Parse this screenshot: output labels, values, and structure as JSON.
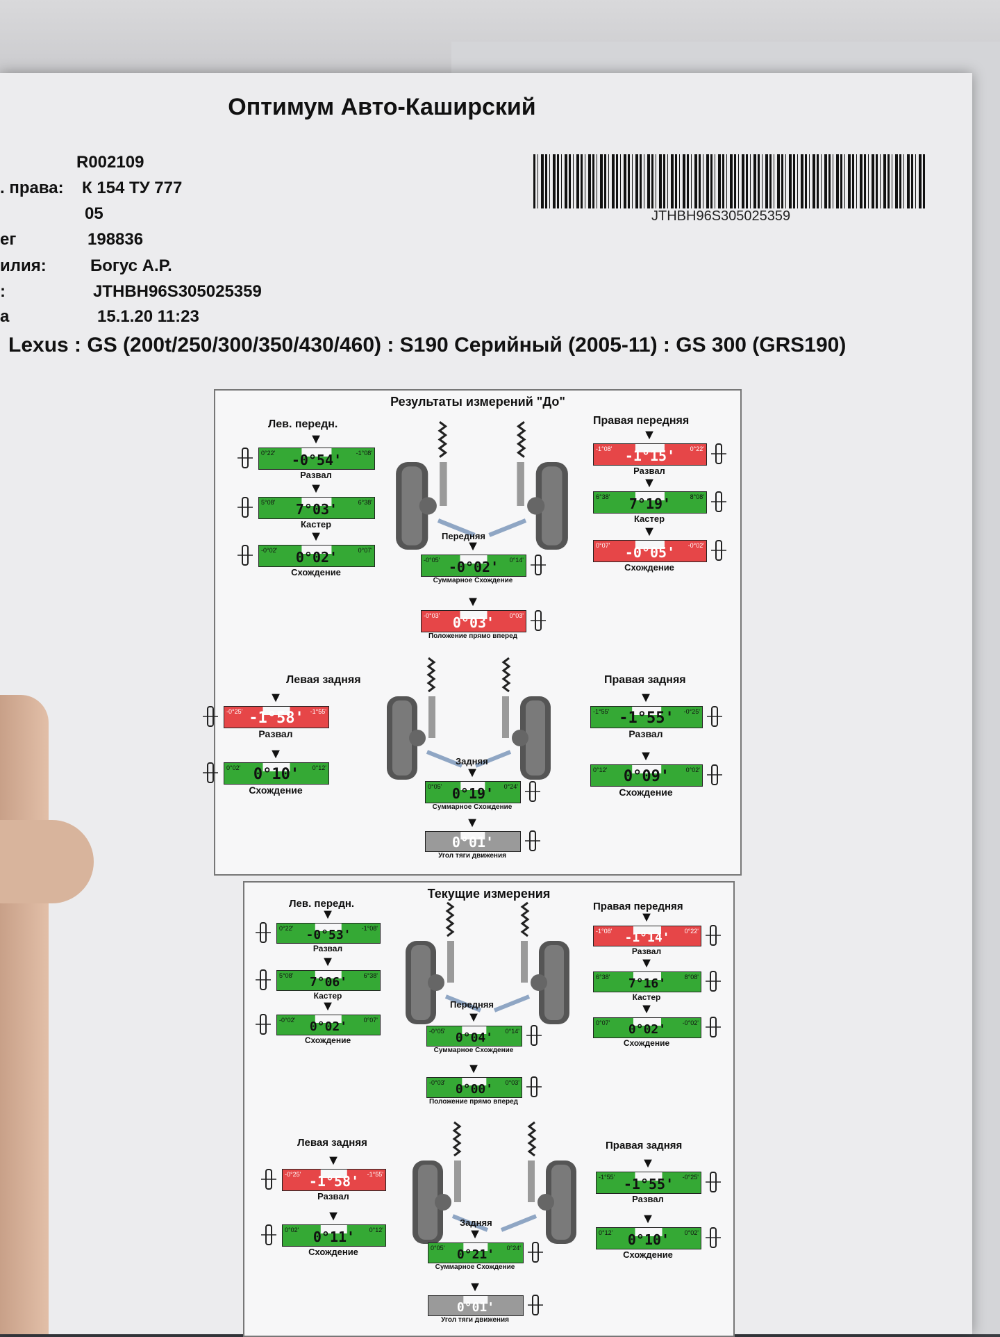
{
  "header": {
    "company": "Оптимум Авто-Каширский",
    "rows": [
      {
        "label": "",
        "value": "R002109"
      },
      {
        "label": ". права:",
        "value": "К 154 ТУ 777"
      },
      {
        "label": "",
        "value": "05"
      },
      {
        "label": "ег",
        "value": "198836"
      },
      {
        "label": "илия:",
        "value": "Богус А.Р."
      },
      {
        "label": ":",
        "value": "JTHBH96S305025359"
      },
      {
        "label": "а",
        "value": "15.1.20 11:23"
      }
    ],
    "barcode_text": "JTHBH96S305025359",
    "vehicle": "Lexus : GS (200t/250/300/350/430/460) : S190 Серийный (2005-11) : GS 300 (GRS190)"
  },
  "labels": {
    "left_front": "Лев. передн.",
    "right_front": "Правая передняя",
    "left_rear": "Левая задняя",
    "right_rear": "Правая задняя",
    "front": "Передняя",
    "rear": "Задняя",
    "camber": "Развал",
    "caster": "Кастер",
    "toe": "Схождение",
    "total_toe": "Суммарное Схождение",
    "straight_ahead": "Положение прямо вперед",
    "thrust_angle": "Угол тяги движения"
  },
  "panels": [
    {
      "title": "Результаты измерений \"До\"",
      "lf_camber": {
        "min": "0°22'",
        "max": "-1°08'",
        "value": "-0°54'",
        "status": "green"
      },
      "lf_caster": {
        "min": "5°08'",
        "max": "6°38'",
        "value": "7°03'",
        "status": "green"
      },
      "lf_toe": {
        "min": "-0°02'",
        "max": "0°07'",
        "value": "0°02'",
        "status": "green"
      },
      "rf_camber": {
        "min": "-1°08'",
        "max": "0°22'",
        "value": "-1°15'",
        "status": "red"
      },
      "rf_caster": {
        "min": "6°38'",
        "max": "8°08'",
        "value": "7°19'",
        "status": "green"
      },
      "rf_toe": {
        "min": "0°07'",
        "max": "-0°02'",
        "value": "-0°05'",
        "status": "red"
      },
      "front_total_toe": {
        "min": "-0°05'",
        "max": "0°14'",
        "value": "-0°02'",
        "status": "green"
      },
      "straight_ahead": {
        "min": "-0°03'",
        "max": "0°03'",
        "value": "0°03'",
        "status": "red"
      },
      "lr_camber": {
        "min": "-0°25'",
        "max": "-1°55'",
        "value": "-1°58'",
        "status": "red"
      },
      "lr_toe": {
        "min": "0°02'",
        "max": "0°12'",
        "value": "0°10'",
        "status": "green"
      },
      "rr_camber": {
        "min": "-1°55'",
        "max": "-0°25'",
        "value": "-1°55'",
        "status": "green"
      },
      "rr_toe": {
        "min": "0°12'",
        "max": "0°02'",
        "value": "0°09'",
        "status": "green"
      },
      "rear_total_toe": {
        "min": "0°05'",
        "max": "0°24'",
        "value": "0°19'",
        "status": "green"
      },
      "thrust": {
        "min": "",
        "max": "",
        "value": "0°01'",
        "status": "gray"
      }
    },
    {
      "title": "Текущие измерения",
      "lf_camber": {
        "min": "0°22'",
        "max": "-1°08'",
        "value": "-0°53'",
        "status": "green"
      },
      "lf_caster": {
        "min": "5°08'",
        "max": "6°38'",
        "value": "7°06'",
        "status": "green"
      },
      "lf_toe": {
        "min": "-0°02'",
        "max": "0°07'",
        "value": "0°02'",
        "status": "green"
      },
      "rf_camber": {
        "min": "-1°08'",
        "max": "0°22'",
        "value": "-1°14'",
        "status": "red"
      },
      "rf_caster": {
        "min": "6°38'",
        "max": "8°08'",
        "value": "7°16'",
        "status": "green"
      },
      "rf_toe": {
        "min": "0°07'",
        "max": "-0°02'",
        "value": "0°02'",
        "status": "green"
      },
      "front_total_toe": {
        "min": "-0°05'",
        "max": "0°14'",
        "value": "0°04'",
        "status": "green"
      },
      "straight_ahead": {
        "min": "-0°03'",
        "max": "0°03'",
        "value": "0°00'",
        "status": "green"
      },
      "lr_camber": {
        "min": "-0°25'",
        "max": "-1°55'",
        "value": "-1°58'",
        "status": "red"
      },
      "lr_toe": {
        "min": "0°02'",
        "max": "0°12'",
        "value": "0°11'",
        "status": "green"
      },
      "rr_camber": {
        "min": "-1°55'",
        "max": "-0°25'",
        "value": "-1°55'",
        "status": "green"
      },
      "rr_toe": {
        "min": "0°12'",
        "max": "0°02'",
        "value": "0°10'",
        "status": "green"
      },
      "rear_total_toe": {
        "min": "0°05'",
        "max": "0°24'",
        "value": "0°21'",
        "status": "green"
      },
      "thrust": {
        "min": "",
        "max": "",
        "value": "0°01'",
        "status": "gray"
      }
    }
  ]
}
